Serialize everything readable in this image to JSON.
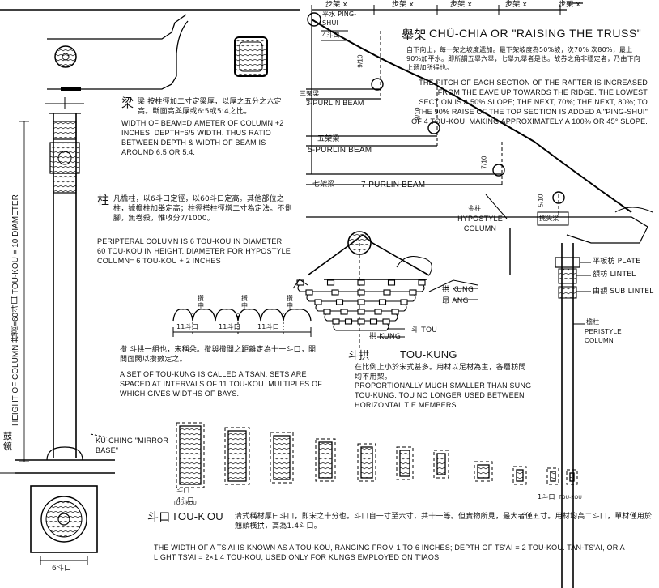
{
  "scale_bar": {
    "step_labels": [
      "步架 x",
      "步架 x",
      "步架 x",
      "步架 x",
      "步架 x"
    ]
  },
  "raising": {
    "title_zh": "舉架",
    "title_en": "CHÜ-CHIA OR \"RAISING THE TRUSS\"",
    "note_zh": "自下向上，每一架之坡度遞加。最下架坡度為50%坡，次70% 次80%，最上90%加平水。即所謂五舉六舉，七舉九舉者是也。故券之角非穩定者，乃由下向上遞加所得也。",
    "note_en": "THE PITCH OF EACH SECTION OF THE RAFTER IS INCREASED FROM THE EAVE UP TOWARDS THE RIDGE. THE LOWEST SECTION IS A 50% SLOPE; THE NEXT, 70%; THE NEXT, 80%; TO THE 90% RAISE OF THE TOP SECTION IS ADDED A \"PING-SHUI\" OF 4 TOU-KOU, MAKING APPROXIMATELY A 100% OR 45° SLOPE.",
    "ping_shui": "平水 PING-SHUI",
    "ping_val": "4斗口",
    "ratios": [
      "9/10",
      "8/10",
      "7/10",
      "5/10"
    ],
    "beam_3_zh": "三架梁",
    "beam_3_en": "3-PURLIN BEAM",
    "beam_5_zh": "五架梁",
    "beam_5_en": "5-PURLIN BEAM",
    "beam_7_zh": "七架梁",
    "beam_7_en": "7-PURLIN BEAM"
  },
  "beam": {
    "label_zh": "梁",
    "note_zh": "梁 按柱徑加二寸定梁厚，以厚之五分之六定高。斷面高與厚或6:5或5:4之比。",
    "note_en": "WIDTH OF BEAM=DIAMETER OF COLUMN +2 INCHES; DEPTH=6/5 WIDTH. THUS RATIO BETWEEN DEPTH & WIDTH OF BEAM IS AROUND 6:5 OR 5:4."
  },
  "column": {
    "label_zh": "柱",
    "note_zh": "凡檐柱，以6斗口定徑，以60斗口定高。其他部位之柱，據檐柱加舉定高；柱徑搭柱徑增二寸為定法。不側腳，無卷殺，惟收分7/1000。",
    "note_en": "PERIPTERAL COLUMN IS 6 TOU-KOU IN DIAMETER, 60 TOU-KOU IN HEIGHT. DIAMETER FOR HYPOSTYLE COLUMN= 6 TOU-KOU + 2 INCHES",
    "height_label": "HEIGHT OF COLUMN 柱高=60斗口 TOU-KOU = 10 DIAMETER",
    "base_zh": "鼓鏡",
    "base_en": "KU-CHING \"MIRROR BASE\"",
    "base_width": "6斗口"
  },
  "tsan": {
    "bay_labels": [
      "11斗口",
      "11斗口",
      "11斗口"
    ],
    "bay_marks": [
      "攢中",
      "攢中",
      "攢中"
    ],
    "note_zh": "攢 斗拱一組也，宋稱朵。攢與攢間之距離定為十一斗口，開間面闊以攢數定之。",
    "note_en": "A SET OF TOU-KUNG IS CALLED A TSAN. SETS ARE SPACED AT INTERVALS OF 11 TOU-KOU. MULTIPLES OF WHICH GIVES WIDTHS OF BAYS."
  },
  "toukung": {
    "title_zh": "斗拱",
    "title_en": "TOU-KUNG",
    "note_zh": "在比例上小於宋式甚多。用材以足材為主，各層枋間均不用栔。",
    "note_en": "PROPORTIONALLY MUCH SMALLER THAN SUNG TOU-KUNG. TOU NO LONGER USED BETWEEN HORIZONTAL TIE MEMBERS.",
    "kung": "拱 KUNG",
    "ang": "昂 ANG",
    "tou": "斗 TOU",
    "kung2": "拱 KUNG"
  },
  "hypostyle": {
    "label_zh": "金柱",
    "label_en": "HYPOSTYLE COLUMN"
  },
  "bracket": {
    "label_zh": "挑尖梁"
  },
  "members": {
    "plate": "平板枋 PLATE",
    "lintel": "額枋 LINTEL",
    "sub_lintel": "由額 SUB LINTEL",
    "peristyle_zh": "檐柱",
    "peristyle_en": "PERISTYLE COLUMN"
  },
  "tou_kou": {
    "module_label": "斗口",
    "title_zh": "斗口",
    "title_en": "TOU-K'OU",
    "note_zh": "清式稱材厚曰斗口，即宋之十分也。斗口自一寸至六寸，共十一等。但實物所見，最大者僅五寸。用材均高二斗口，單材僅用於翹頭橫拱，高為1.4斗口。",
    "note_en": "THE WIDTH OF A TS'AI IS KNOWN AS A TOU-KOU, RANGING FROM 1 TO 6 INCHES; DEPTH OF TS'AI = 2 TOU-KOU. TAN-TS'AI, OR A LIGHT TS'AI = 2×1.4 TOU-KOU, USED ONLY FOR KUNGS EMPLOYED ON T'IAOS.",
    "dim_small": "4斗口",
    "dim_tk": "TOU-KOU",
    "dim_small2": "1斗口"
  }
}
